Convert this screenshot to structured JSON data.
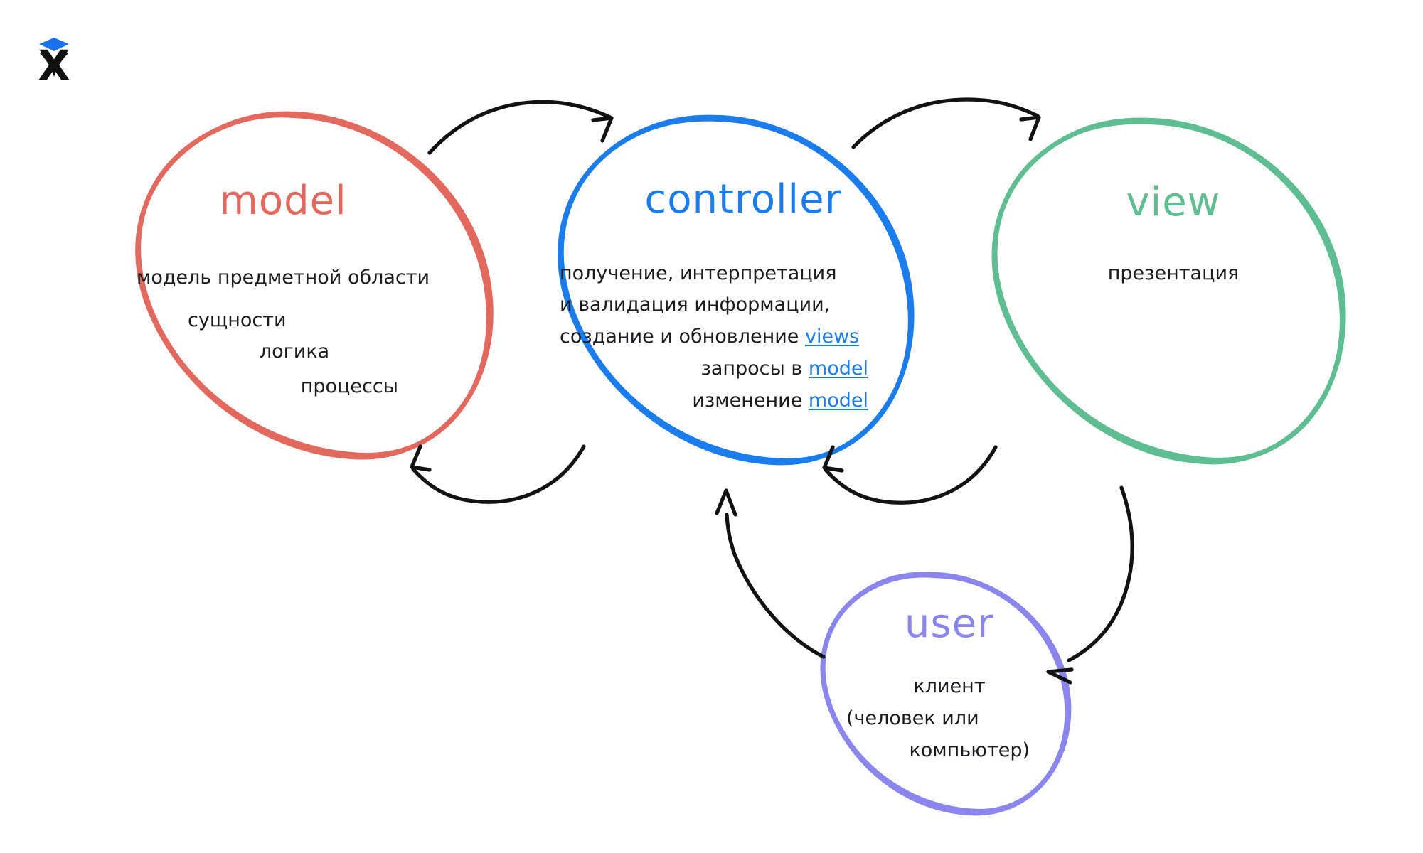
{
  "logo": {
    "name": "excalidraw-logo",
    "diamond_color": "#1971f0",
    "letter": "X",
    "letter_color": "#111111"
  },
  "palette": {
    "model": "#e3685e",
    "controller": "#1b7ced",
    "view": "#5fbd92",
    "user": "#8b85ee",
    "arrow": "#121212",
    "text": "#1b1b1f",
    "link": "#1b7ced",
    "background": "#ffffff"
  },
  "diagram": {
    "type": "cycle",
    "nodes": [
      {
        "id": "model",
        "title": "model",
        "color": "#e3685e",
        "lines": [
          {
            "text": "модель предметной области",
            "align": "center"
          },
          {
            "text": "сущности",
            "align": "left"
          },
          {
            "text": "логика",
            "align": "center"
          },
          {
            "text": "процессы",
            "align": "right"
          }
        ]
      },
      {
        "id": "controller",
        "title": "controller",
        "color": "#1b7ced",
        "lines": [
          {
            "text": "получение, интерпретация",
            "align": "left"
          },
          {
            "text": "и валидация информации,",
            "align": "left"
          },
          {
            "text": "создание и обновление ",
            "align": "left",
            "link": "views"
          },
          {
            "text": "запросы в ",
            "align": "right",
            "link": "model"
          },
          {
            "text": "изменение ",
            "align": "right",
            "link": "model"
          }
        ]
      },
      {
        "id": "view",
        "title": "view",
        "color": "#5fbd92",
        "lines": [
          {
            "text": "презентация",
            "align": "center"
          }
        ]
      },
      {
        "id": "user",
        "title": "user",
        "color": "#8b85ee",
        "lines": [
          {
            "text": "клиент",
            "align": "center"
          },
          {
            "text": "(человек или",
            "align": "left"
          },
          {
            "text": "компьютер)",
            "align": "right"
          }
        ]
      }
    ],
    "edges": [
      {
        "from": "model",
        "to": "controller",
        "label": ""
      },
      {
        "from": "controller",
        "to": "view",
        "label": ""
      },
      {
        "from": "controller",
        "to": "model",
        "label": ""
      },
      {
        "from": "view",
        "to": "controller",
        "label": ""
      },
      {
        "from": "user",
        "to": "controller",
        "label": ""
      },
      {
        "from": "view",
        "to": "user",
        "label": ""
      }
    ]
  }
}
